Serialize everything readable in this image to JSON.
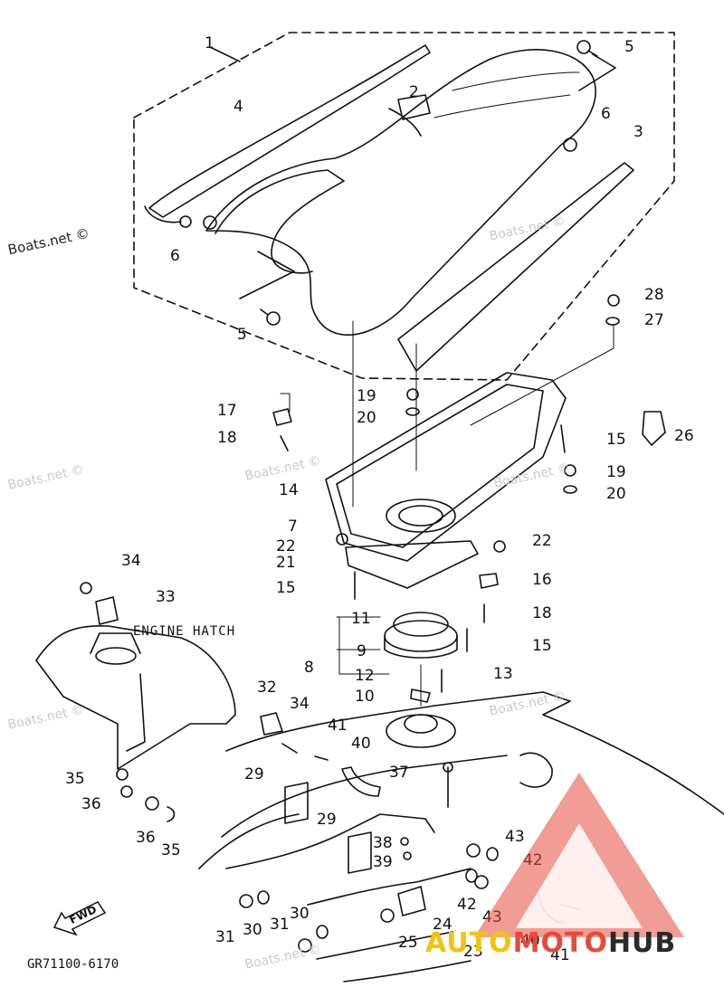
{
  "diagram": {
    "drawing_code": "GR71100-6170",
    "engine_hatch_label": "ENGINE HATCH",
    "fwd_label": "FWD",
    "watermark_text": "Boats.net ©",
    "brand_logo": {
      "part1": "AUTO",
      "part2": "MOTO",
      "part3": "HUB",
      "colors": {
        "part1": "#f2c313",
        "part2": "#e54a3d",
        "part3": "#2a2a2a",
        "triangle": "#e54a3d"
      }
    },
    "callouts": [
      {
        "id": "c1",
        "text": "1"
      },
      {
        "id": "c5a",
        "text": "5"
      },
      {
        "id": "c4",
        "text": "4"
      },
      {
        "id": "c2",
        "text": "2"
      },
      {
        "id": "c6a",
        "text": "6"
      },
      {
        "id": "c3",
        "text": "3"
      },
      {
        "id": "c6b",
        "text": "6"
      },
      {
        "id": "c5b",
        "text": "5"
      },
      {
        "id": "c28",
        "text": "28"
      },
      {
        "id": "c27",
        "text": "27"
      },
      {
        "id": "c17",
        "text": "17"
      },
      {
        "id": "c19a",
        "text": "19"
      },
      {
        "id": "c20a",
        "text": "20"
      },
      {
        "id": "c18a",
        "text": "18"
      },
      {
        "id": "c15a",
        "text": "15"
      },
      {
        "id": "c26",
        "text": "26"
      },
      {
        "id": "c19b",
        "text": "19"
      },
      {
        "id": "c14",
        "text": "14"
      },
      {
        "id": "c20b",
        "text": "20"
      },
      {
        "id": "c7",
        "text": "7"
      },
      {
        "id": "c22a",
        "text": "22"
      },
      {
        "id": "c22b",
        "text": "22"
      },
      {
        "id": "c21",
        "text": "21"
      },
      {
        "id": "c34a",
        "text": "34"
      },
      {
        "id": "c16",
        "text": "16"
      },
      {
        "id": "c15b",
        "text": "15"
      },
      {
        "id": "c33",
        "text": "33"
      },
      {
        "id": "c18b",
        "text": "18"
      },
      {
        "id": "c11",
        "text": "11"
      },
      {
        "id": "c9",
        "text": "9"
      },
      {
        "id": "c15c",
        "text": "15"
      },
      {
        "id": "c8",
        "text": "8"
      },
      {
        "id": "c12",
        "text": "12"
      },
      {
        "id": "c13",
        "text": "13"
      },
      {
        "id": "c10",
        "text": "10"
      },
      {
        "id": "c32",
        "text": "32"
      },
      {
        "id": "c34b",
        "text": "34"
      },
      {
        "id": "c41a",
        "text": "41"
      },
      {
        "id": "c40a",
        "text": "40"
      },
      {
        "id": "c35a",
        "text": "35"
      },
      {
        "id": "c37",
        "text": "37"
      },
      {
        "id": "c36a",
        "text": "36"
      },
      {
        "id": "c29a",
        "text": "29"
      },
      {
        "id": "c36b",
        "text": "36"
      },
      {
        "id": "c35b",
        "text": "35"
      },
      {
        "id": "c29b",
        "text": "29"
      },
      {
        "id": "c43a",
        "text": "43"
      },
      {
        "id": "c38",
        "text": "38"
      },
      {
        "id": "c39",
        "text": "39"
      },
      {
        "id": "c42a",
        "text": "42"
      },
      {
        "id": "c42b",
        "text": "42"
      },
      {
        "id": "c30a",
        "text": "30"
      },
      {
        "id": "c43b",
        "text": "43"
      },
      {
        "id": "c31a",
        "text": "31"
      },
      {
        "id": "c30b",
        "text": "30"
      },
      {
        "id": "c31b",
        "text": "31"
      },
      {
        "id": "c24",
        "text": "24"
      },
      {
        "id": "c25",
        "text": "25"
      },
      {
        "id": "c23",
        "text": "23"
      },
      {
        "id": "c40b",
        "text": "40"
      },
      {
        "id": "c41b",
        "text": "41"
      }
    ]
  }
}
